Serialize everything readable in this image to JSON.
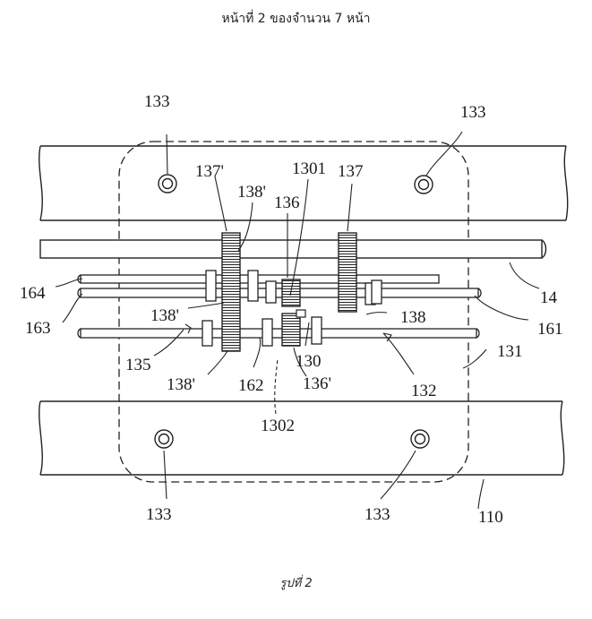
{
  "header": {
    "page_text": "หน้าที่ 2 ของจำนวน 7 หน้า"
  },
  "caption": {
    "text": "รูปที่ 2"
  },
  "labels": {
    "hole_tl": "133",
    "hole_tr": "133",
    "hole_bl": "133",
    "hole_br": "133",
    "gear_137p": "137'",
    "shaft_138p_top": "138'",
    "ref_1301": "1301",
    "gear_136": "136",
    "gear_137": "137",
    "ref_164": "164",
    "ref_163": "163",
    "ref_138p_mid": "138'",
    "ref_138": "138",
    "ref_14": "14",
    "ref_161": "161",
    "ref_135": "135",
    "ref_130": "130",
    "ref_131": "131",
    "ref_138p_bottom": "138'",
    "ref_162": "162",
    "ref_136p": "136'",
    "ref_132": "132",
    "ref_1302": "1302",
    "ref_110": "110"
  }
}
